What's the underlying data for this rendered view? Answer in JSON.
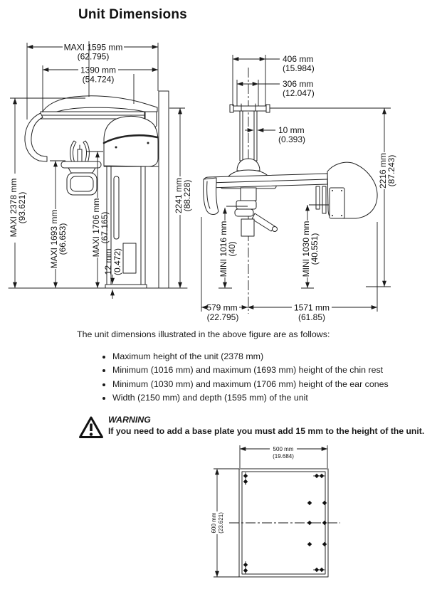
{
  "page": {
    "title": "Unit Dimensions",
    "intro": "The unit dimensions illustrated in the above figure are as follows:",
    "bullets": [
      "Maximum height of the unit (2378 mm)",
      "Minimum (1016 mm) and maximum (1693 mm) height of the chin rest",
      "Minimum (1030 mm) and maximum (1706 mm) height of the ear cones",
      "Width (2150 mm) and depth (1595 mm) of the unit"
    ],
    "warning": {
      "icon": "warning-triangle-icon",
      "title": "WARNING",
      "text": "If you need to add a base plate you must add 15 mm to the height of the unit."
    }
  },
  "side_view": {
    "dims": {
      "depth_max": {
        "v": "MAXI 1595 mm",
        "i": "(62.795)"
      },
      "depth_inner": {
        "v": "1390 mm",
        "i": "(54.724)"
      },
      "height_max": {
        "v": "MAXI 2378 mm",
        "i": "(93.621)"
      },
      "chin_max": {
        "v": "MAXI 1693 mm",
        "i": "(66.653)"
      },
      "ear_max": {
        "v": "MAXI 1706 mm",
        "i": "(67.165)"
      },
      "base_gap": {
        "v": "12 mm",
        "i": "(0.472)"
      },
      "wall_height": {
        "v": "2241 mm",
        "i": "(88.228)"
      }
    }
  },
  "front_view": {
    "dims": {
      "flange_outer": {
        "v": "406 mm",
        "i": "(15.984)"
      },
      "flange_inner": {
        "v": "306 mm",
        "i": "(12.047)"
      },
      "rod": {
        "v": "10 mm",
        "i": "(0.393)"
      },
      "height": {
        "v": "2216 mm",
        "i": "(87.243)"
      },
      "chin_min": {
        "v": "MINI 1016 mm",
        "i": "(40)"
      },
      "ear_min": {
        "v": "MINI 1030 mm",
        "i": "(40.551)"
      },
      "offset_left": {
        "v": "579 mm",
        "i": "(22.795)"
      },
      "offset_right": {
        "v": "1571 mm",
        "i": "(61.85)"
      }
    }
  },
  "base_plate": {
    "dims": {
      "width": {
        "v": "500 mm",
        "i": "(19.684)"
      },
      "depth": {
        "v": "600 mm",
        "i": "(23.621)"
      }
    }
  }
}
